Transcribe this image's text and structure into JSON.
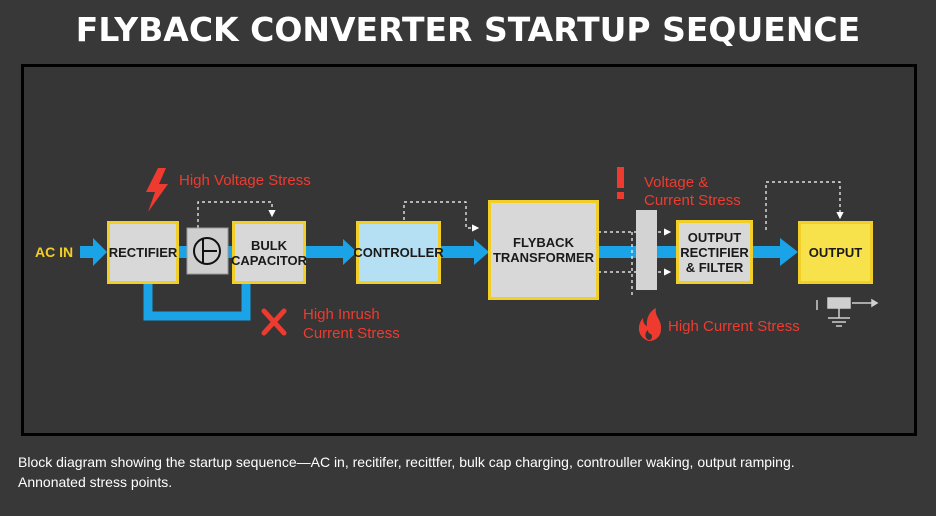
{
  "title": "FLYBACK CONVERTER STARTUP SEQUENCE",
  "input_label": "AC IN",
  "blocks": {
    "rectifier": "RECTIFIER",
    "bulk_capacitor": "BULK CAPACITOR",
    "controller": "CONTROLLER",
    "flyback_transformer": "FLYBACK TRANSFORMER",
    "output_rectifier": "OUTPUT RECTIFIER & FILTER",
    "output": "OUTPUT"
  },
  "stress_points": {
    "high_voltage": "High Voltage Stress",
    "voltage_current_line1": "Voltage &",
    "voltage_current_line2": "Current Stress",
    "inrush_line1": "High Inrush",
    "inrush_line2": "Current Stress",
    "high_current": "High Current Stress"
  },
  "icons": [
    "lightning-bolt-icon",
    "exclamation-icon",
    "x-mark-icon",
    "flame-icon",
    "ground-icon",
    "switch-symbol-icon"
  ],
  "colors": {
    "flow_arrow": "#1ba3e8",
    "block_border": "#f2cf28",
    "stress_text": "#ef3b2f"
  },
  "caption_line1": "Block diagram showing the startup sequence—AC in, recitifer, recittfer, bulk cap charging, controuller waking, output ramping.",
  "caption_line2": "Annonated stress points."
}
